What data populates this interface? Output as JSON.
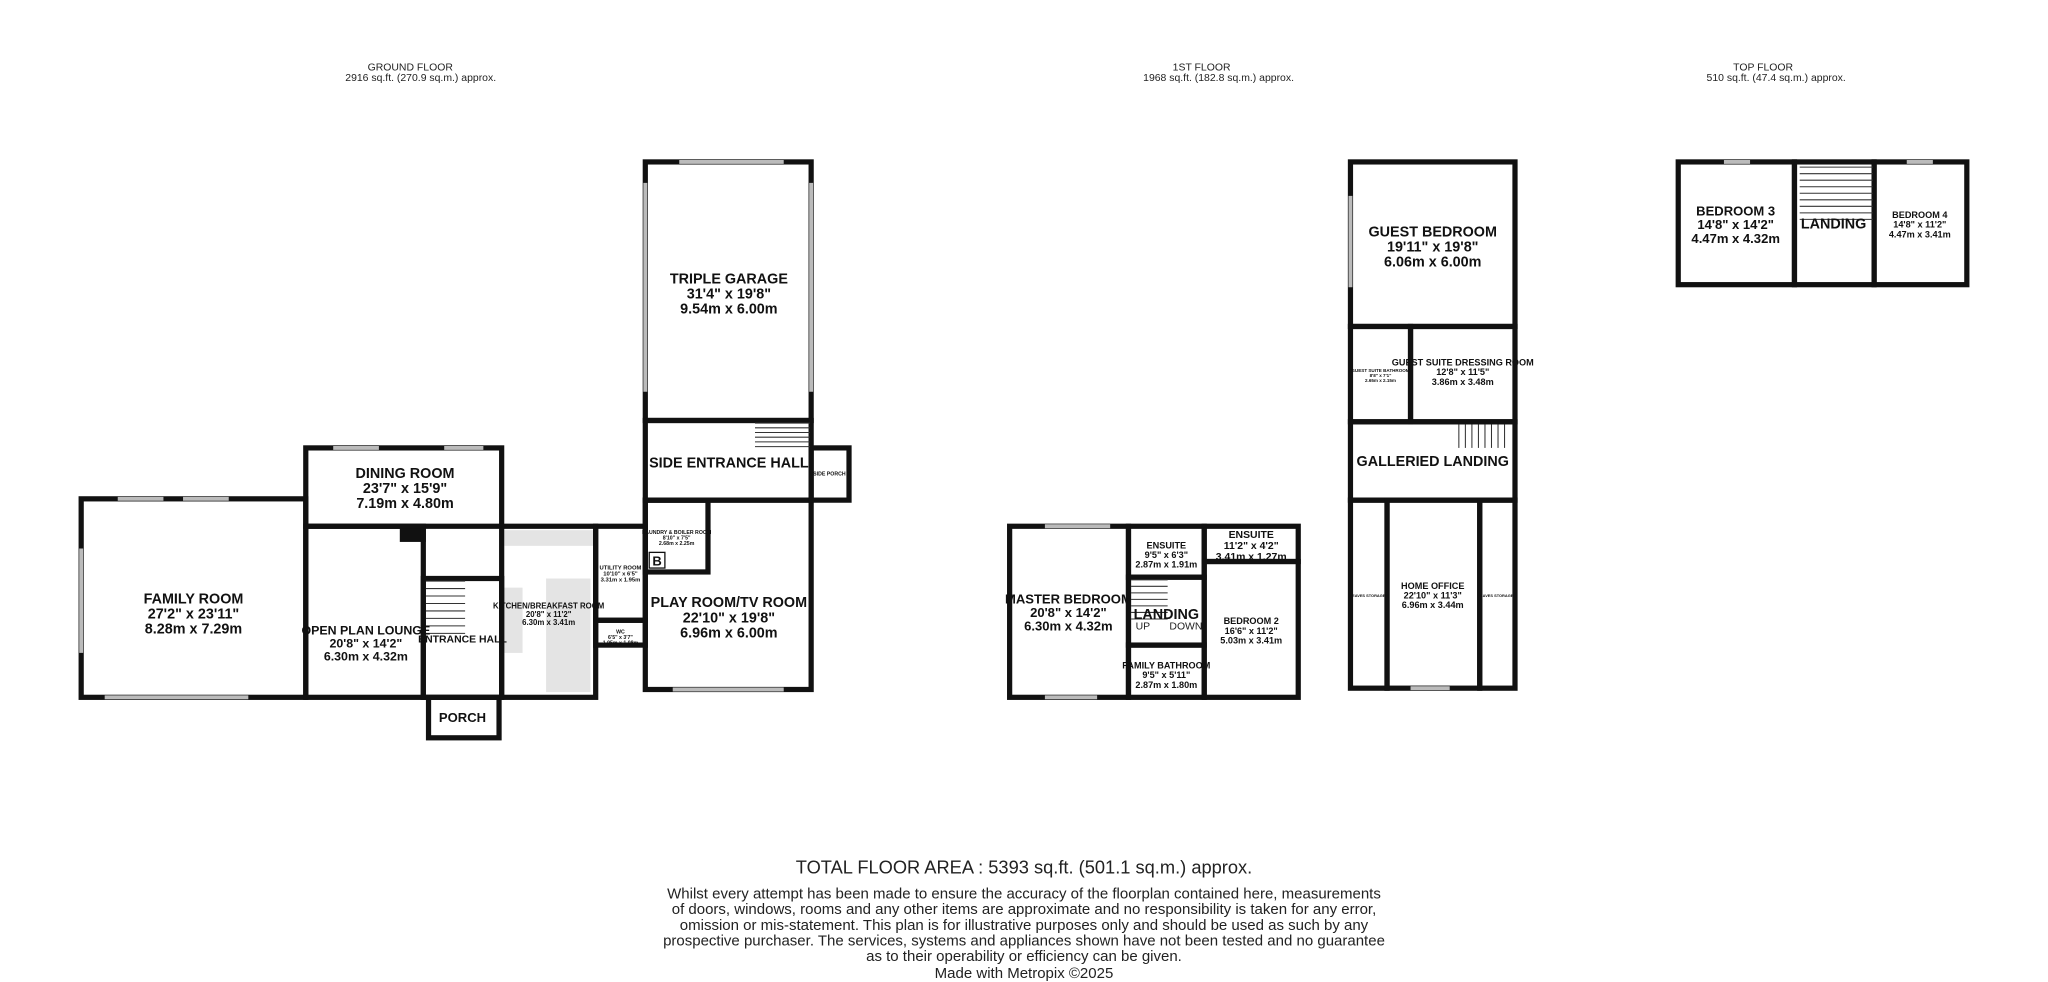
{
  "floors": [
    {
      "title": "GROUND FLOOR",
      "area": "2916 sq.ft. (270.9 sq.m.) approx."
    },
    {
      "title": "1ST FLOOR",
      "area": "1968 sq.ft. (182.8 sq.m.) approx."
    },
    {
      "title": "TOP FLOOR",
      "area": "510 sq.ft. (47.4 sq.m.) approx."
    }
  ],
  "rooms": [
    {
      "name": "FAMILY ROOM",
      "imp": "27'2\"  x 23'11\"",
      "met": "8.28m  x 7.29m"
    },
    {
      "name": "DINING ROOM",
      "imp": "23'7\"  x 15'9\"",
      "met": "7.19m  x 4.80m"
    },
    {
      "name": "OPEN PLAN LOUNGE",
      "imp": "20'8\"  x 14'2\"",
      "met": "6.30m  x 4.32m"
    },
    {
      "name": "ENTRANCE HALL",
      "imp": "",
      "met": ""
    },
    {
      "name": "PORCH",
      "imp": "",
      "met": ""
    },
    {
      "name": "KITCHEN/BREAKFAST ROOM",
      "imp": "20'8\"  x 11'2\"",
      "met": "6.30m  x 3.41m"
    },
    {
      "name": "UTILITY ROOM",
      "imp": "10'10\"  x 6'5\"",
      "met": "3.31m  x 1.95m"
    },
    {
      "name": "WC",
      "imp": "6'5\"  x 3'7\"",
      "met": "1.95m  x 1.08m"
    },
    {
      "name": "LAUNDRY & BOILER ROOM",
      "imp": "8'10\"  x 7'5\"",
      "met": "2.68m  x 2.25m"
    },
    {
      "name": "PLAY ROOM/TV ROOM",
      "imp": "22'10\"  x 19'8\"",
      "met": "6.96m  x 6.00m"
    },
    {
      "name": "TRIPLE GARAGE",
      "imp": "31'4\"  x 19'8\"",
      "met": "9.54m  x 6.00m"
    },
    {
      "name": "SIDE ENTRANCE HALL",
      "imp": "",
      "met": ""
    },
    {
      "name": "SIDE PORCH",
      "imp": "",
      "met": ""
    },
    {
      "name": "MASTER BEDROOM",
      "imp": "20'8\"  x 14'2\"",
      "met": "6.30m  x 4.32m"
    },
    {
      "name": "ENSUITE",
      "imp": "9'5\"  x 6'3\"",
      "met": "2.87m  x 1.91m"
    },
    {
      "name": "ENSUITE",
      "imp": "11'2\"  x 4'2\"",
      "met": "3.41m  x 1.27m"
    },
    {
      "name": "LANDING",
      "imp": "",
      "met": ""
    },
    {
      "name": "FAMILY BATHROOM",
      "imp": "9'5\"  x 5'11\"",
      "met": "2.87m  x 1.80m"
    },
    {
      "name": "BEDROOM 2",
      "imp": "16'6\"  x 11'2\"",
      "met": "5.03m  x 3.41m"
    },
    {
      "name": "GUEST BEDROOM",
      "imp": "19'11\"  x 19'8\"",
      "met": "6.06m  x 6.00m"
    },
    {
      "name": "GUEST SUITE BATHROOM",
      "imp": "8'8\"  x 7'1\"",
      "met": "2.65m  x 2.15m"
    },
    {
      "name": "GUEST SUITE DRESSING ROOM",
      "imp": "12'8\"  x 11'5\"",
      "met": "3.86m  x 3.48m"
    },
    {
      "name": "GALLERIED LANDING",
      "imp": "",
      "met": ""
    },
    {
      "name": "EAVES STORAGE",
      "imp": "",
      "met": ""
    },
    {
      "name": "HOME OFFICE",
      "imp": "22'10\"  x 11'3\"",
      "met": "6.96m  x 3.44m"
    },
    {
      "name": "EAVES STORAGE",
      "imp": "",
      "met": ""
    },
    {
      "name": "BEDROOM 3",
      "imp": "14'8\"  x 14'2\"",
      "met": "4.47m  x 4.32m"
    },
    {
      "name": "LANDING",
      "imp": "",
      "met": ""
    },
    {
      "name": "BEDROOM 4",
      "imp": "14'8\"  x 11'2\"",
      "met": "4.47m  x 3.41m"
    }
  ],
  "stairs": {
    "up": "UP",
    "down": "DOWN"
  },
  "boiler_mark": "B",
  "total": "TOTAL FLOOR AREA : 5393 sq.ft. (501.1 sq.m.) approx.",
  "disclaimer": [
    "Whilst every attempt has been made to ensure the accuracy of the floorplan contained here, measurements",
    "of doors, windows, rooms and any other items are approximate and no responsibility is taken for any error,",
    "omission or mis-statement. This plan is for illustrative purposes only and should be used as such by any",
    "prospective purchaser. The services, systems and appliances shown have not been tested and no guarantee",
    "as to their operability or efficiency can be given."
  ],
  "credit": "Made with Metropix ©2025"
}
